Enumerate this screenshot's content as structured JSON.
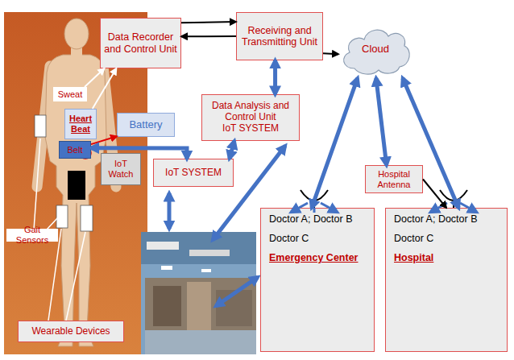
{
  "diagram": {
    "nodes": [
      {
        "text": [
          "Data Recorder and Control Unit"
        ]
      },
      {
        "text": [
          "Receiving and Transmitting Unit"
        ]
      },
      {
        "text": [
          "Cloud"
        ]
      },
      {
        "text": [
          "Sweat"
        ]
      },
      {
        "text": [
          "Heart Beat"
        ]
      },
      {
        "text": [
          "Battery"
        ]
      },
      {
        "text": [
          "Data Analysis and Control Unit",
          "IoT SYSTEM"
        ]
      },
      {
        "text": [
          "Belt"
        ]
      },
      {
        "text": [
          "IoT Watch"
        ]
      },
      {
        "text": [
          "IoT SYSTEM"
        ]
      },
      {
        "text": [
          "Hospital Antenna"
        ]
      },
      {
        "text": [
          "Gait Sensors"
        ]
      },
      {
        "text": [
          "Doctor A; Doctor B",
          "Doctor C",
          "Emergency Center"
        ]
      },
      {
        "text": [
          "Doctor A; Doctor B",
          "Doctor C",
          "Hospital"
        ]
      },
      {
        "text": [
          "Wearable Devices"
        ]
      }
    ],
    "edges": [
      {
        "from": 0,
        "to": 1,
        "arrow": "to"
      },
      {
        "from": 1,
        "to": 0,
        "arrow": "to"
      },
      {
        "from": 1,
        "to": 2,
        "arrow": "to"
      },
      {
        "from": 3,
        "to": 0,
        "arrow": "to"
      },
      {
        "from": 4,
        "to": 0,
        "arrow": "to"
      },
      {
        "from": 7,
        "to": 5,
        "arrow": "to"
      },
      {
        "from": 7,
        "to": 9,
        "arrow": "both"
      },
      {
        "from": 1,
        "to": 6,
        "arrow": "both"
      },
      {
        "from": 9,
        "to": 6,
        "arrow": "both"
      },
      {
        "from": 2,
        "to": 12,
        "arrow": "both"
      },
      {
        "from": 2,
        "to": 10,
        "arrow": "both"
      },
      {
        "from": 2,
        "to": 13,
        "arrow": "both"
      },
      {
        "from": 10,
        "to": 13,
        "arrow": "to"
      }
    ]
  }
}
